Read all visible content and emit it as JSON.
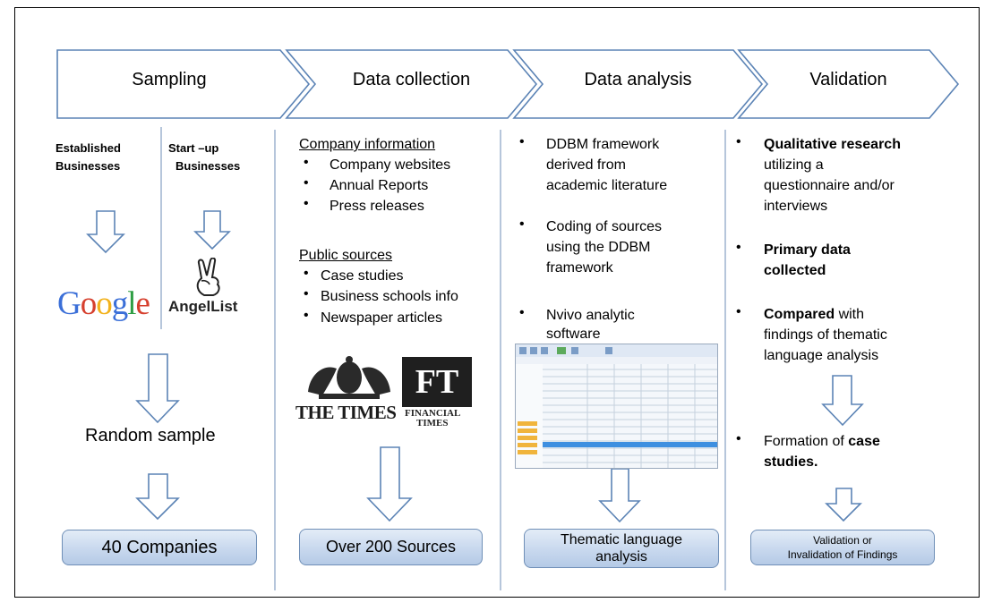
{
  "stages": {
    "sampling": "Sampling",
    "data_collection": "Data collection",
    "data_analysis": "Data analysis",
    "validation": "Validation"
  },
  "sampling": {
    "established_line1": "Established",
    "established_line2": "Businesses",
    "startup_line1": "Start –up",
    "startup_line2": "Businesses",
    "google_logo": "Google",
    "angellist_logo": "AngelList",
    "random_sample": "Random sample",
    "result": "40 Companies"
  },
  "collection": {
    "company_heading": "Company information",
    "company_items": [
      "Company websites",
      "Annual Reports",
      "Press releases"
    ],
    "public_heading": "Public sources",
    "public_items": [
      "Case studies",
      "Business schools info",
      "Newspaper articles"
    ],
    "times_logo": "THE TIMES",
    "ft_logo": "FT",
    "ft_sub_line1": "FINANCIAL",
    "ft_sub_line2": "TIMES",
    "result": "Over 200 Sources"
  },
  "analysis": {
    "item1_lines": [
      "DDBM framework",
      "derived from",
      "academic literature"
    ],
    "item2_lines": [
      "Coding of sources",
      "using the DDBM",
      "framework"
    ],
    "item3_lines": [
      "Nvivo analytic",
      "software"
    ],
    "result_line1": "Thematic language",
    "result_line2": "analysis"
  },
  "validation": {
    "item1_bold": "Qualitative research",
    "item1_rest": [
      "utilizing a",
      "questionnaire and/or",
      "interviews"
    ],
    "item2_bold_line1": "Primary data",
    "item2_bold_line2": "collected",
    "item3_bold": "Compared",
    "item3_rest_first": " with",
    "item3_rest": [
      "findings of thematic",
      "language analysis"
    ],
    "item4_prefix": "Formation of ",
    "item4_bold1": "case",
    "item4_bold2": "studies.",
    "result_line1": "Validation or",
    "result_line2": "Invalidation of Findings"
  },
  "bullet_symbol": "•",
  "colors": {
    "arrow_stroke": "#5b83b5",
    "box_fill": "#c8d8ee",
    "divider": "#9db3cf"
  }
}
